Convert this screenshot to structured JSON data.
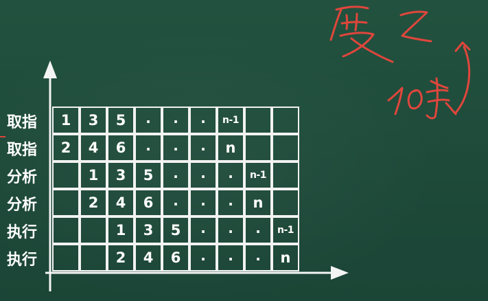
{
  "row_labels": [
    "取指",
    "取指",
    "分析",
    "分析",
    "执行",
    "执行"
  ],
  "grid_rows": [
    [
      "1",
      "3",
      "5",
      ".",
      ".",
      ".",
      "n-1",
      "",
      ""
    ],
    [
      "2",
      "4",
      "6",
      ".",
      ".",
      ".",
      "n",
      "",
      ""
    ],
    [
      "",
      "1",
      "3",
      "5",
      ".",
      ".",
      ".",
      "n-1",
      ""
    ],
    [
      "",
      "2",
      "4",
      "6",
      ".",
      ".",
      ".",
      "n",
      ""
    ],
    [
      "",
      "",
      "1",
      "3",
      "5",
      ".",
      ".",
      ".",
      "n-1"
    ],
    [
      "",
      "",
      "2",
      "4",
      "6",
      ".",
      ".",
      ".",
      "n"
    ]
  ],
  "handwritten_note": {
    "line1": "度 乙",
    "line2": "10 条"
  },
  "colors": {
    "chalkboard": "#1f4d3d",
    "chalk_white": "#f2f2f2",
    "marker_red": "#e0463c"
  }
}
